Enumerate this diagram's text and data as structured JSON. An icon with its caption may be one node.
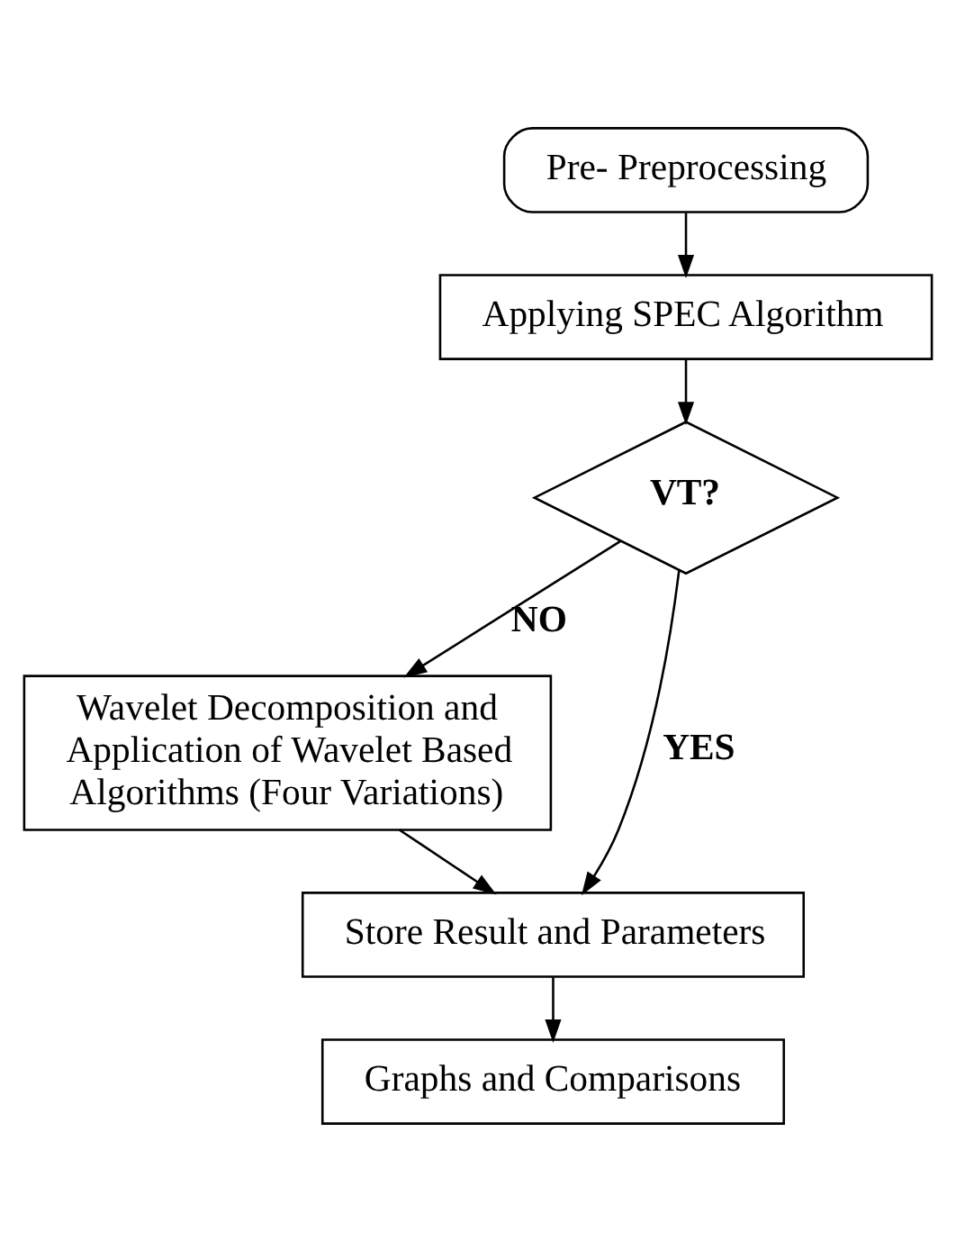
{
  "diagram": {
    "nodes": [
      {
        "text": [
          "Pre- Preprocessing"
        ]
      },
      {
        "text": [
          "Applying SPEC Algorithm"
        ]
      },
      {
        "text": [
          "VT?"
        ]
      },
      {
        "text": [
          "Wavelet Decomposition and Application of Wavelet Based Algorithms (Four Variations)"
        ]
      },
      {
        "text": [
          "Store Result and Parameters"
        ]
      },
      {
        "text": [
          "Graphs and Comparisons"
        ]
      }
    ],
    "edges": [
      {
        "from": 0,
        "to": 1,
        "arrow": "to"
      },
      {
        "from": 1,
        "to": 2,
        "arrow": "to"
      },
      {
        "from": 2,
        "to": 3,
        "arrow": "to",
        "label": "NO"
      },
      {
        "from": 3,
        "to": 4,
        "arrow": "to"
      },
      {
        "from": 2,
        "to": 4,
        "arrow": "to",
        "label": "YES"
      },
      {
        "from": 4,
        "to": 5,
        "arrow": "to"
      }
    ]
  }
}
